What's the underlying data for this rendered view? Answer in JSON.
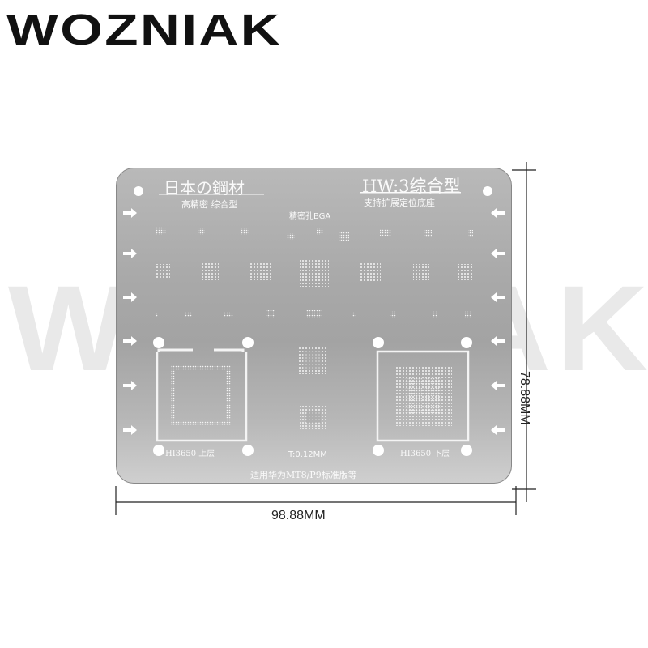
{
  "brand": {
    "logo_text": "WOZNIAK",
    "watermark_text": "WOZNIAK"
  },
  "stencil": {
    "jp_title": "日本の鋼材",
    "jp_subtitle": "高精密 综合型",
    "hw_title": "HW:3综合型",
    "hw_subtitle": "支持扩展定位底座",
    "bga_label": "精密孔BGA",
    "left_label": "HI3650 上层",
    "center_label": "T:0.12MM",
    "right_label": "HI3650 下层",
    "bottom_label": "适用华为MT8/P9标准版等"
  },
  "dimensions": {
    "width_label": "98.88MM",
    "height_label": "78.88MM"
  },
  "colors": {
    "plate": "#a9a9a9",
    "text_on_plate": "#fafafa",
    "line": "#222222"
  }
}
